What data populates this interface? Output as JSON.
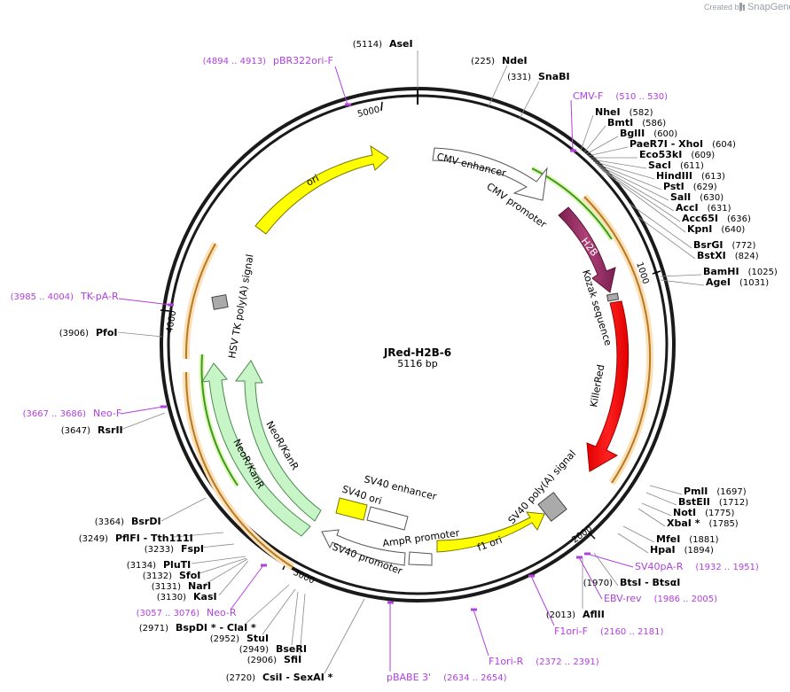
{
  "header": {
    "created_by": "Created by",
    "brand": "SnapGene"
  },
  "plasmid": {
    "name": "JRed-H2B-6",
    "size": "5116 bp"
  },
  "ticks": [
    "1000",
    "2000",
    "3000",
    "4000",
    "5000"
  ],
  "features": [
    "CMV enhancer",
    "CMV promoter",
    "H2B",
    "Kozak sequence",
    "KillerRed",
    "SV40 poly(A) signal",
    "f1 ori",
    "AmpR promoter",
    "SV40 promoter",
    "SV40 ori",
    "SV40 enhancer",
    "NeoR/KanR",
    "NeoR/KanR",
    "HSV TK poly(A) signal",
    "ori"
  ],
  "enzymes": [
    {
      "name": "AseI",
      "pos": "(5114)"
    },
    {
      "name": "NdeI",
      "pos": "(225)"
    },
    {
      "name": "SnaBI",
      "pos": "(331)"
    },
    {
      "name": "NheI",
      "pos": "(582)"
    },
    {
      "name": "BmtI",
      "pos": "(586)"
    },
    {
      "name": "BglII",
      "pos": "(600)"
    },
    {
      "name": "PaeR7I  - XhoI",
      "pos": "(604)"
    },
    {
      "name": "Eco53kI",
      "pos": "(609)"
    },
    {
      "name": "SacI",
      "pos": "(611)"
    },
    {
      "name": "HindIII",
      "pos": "(613)"
    },
    {
      "name": "PstI",
      "pos": "(629)"
    },
    {
      "name": "SalI",
      "pos": "(630)"
    },
    {
      "name": "AccI",
      "pos": "(631)"
    },
    {
      "name": "Acc65I",
      "pos": "(636)"
    },
    {
      "name": "KpnI",
      "pos": "(640)"
    },
    {
      "name": "BsrGI",
      "pos": "(772)"
    },
    {
      "name": "BstXI",
      "pos": "(824)"
    },
    {
      "name": "BamHI",
      "pos": "(1025)"
    },
    {
      "name": "AgeI",
      "pos": "(1031)"
    },
    {
      "name": "PmlI",
      "pos": "(1697)"
    },
    {
      "name": "BstEII",
      "pos": "(1712)"
    },
    {
      "name": "NotI",
      "pos": "(1775)"
    },
    {
      "name": "XbaI *",
      "pos": "(1785)"
    },
    {
      "name": "MfeI",
      "pos": "(1881)"
    },
    {
      "name": "HpaI",
      "pos": "(1894)"
    },
    {
      "name": "BtsI  - BtsαI",
      "pos": "(1970)"
    },
    {
      "name": "AflII",
      "pos": "(2013)"
    },
    {
      "name": "CsiI  - SexAI *",
      "pos": "(2720)"
    },
    {
      "name": "SfiI",
      "pos": "(2906)"
    },
    {
      "name": "BseRI",
      "pos": "(2949)"
    },
    {
      "name": "StuI",
      "pos": "(2952)"
    },
    {
      "name": "BspDI *  - ClaI *",
      "pos": "(2971)"
    },
    {
      "name": "KasI",
      "pos": "(3130)"
    },
    {
      "name": "NarI",
      "pos": "(3131)"
    },
    {
      "name": "SfoI",
      "pos": "(3132)"
    },
    {
      "name": "PluTI",
      "pos": "(3134)"
    },
    {
      "name": "FspI",
      "pos": "(3233)"
    },
    {
      "name": "PflFI  - Tth111I",
      "pos": "(3249)"
    },
    {
      "name": "BsrDI",
      "pos": "(3364)"
    },
    {
      "name": "RsrII",
      "pos": "(3647)"
    },
    {
      "name": "PfoI",
      "pos": "(3906)"
    }
  ],
  "primers": [
    {
      "name": "pBR322ori-F",
      "pos": "(4894 .. 4913)"
    },
    {
      "name": "CMV-F",
      "pos": "(510 .. 530)"
    },
    {
      "name": "SV40pA-R",
      "pos": "(1932 .. 1951)"
    },
    {
      "name": "EBV-rev",
      "pos": "(1986 .. 2005)"
    },
    {
      "name": "F1ori-F",
      "pos": "(2160 .. 2181)"
    },
    {
      "name": "F1ori-R",
      "pos": "(2372 .. 2391)"
    },
    {
      "name": "pBABE 3'",
      "pos": "(2634 .. 2654)"
    },
    {
      "name": "Neo-R",
      "pos": "(3057 .. 3076)"
    },
    {
      "name": "Neo-F",
      "pos": "(3667 .. 3686)"
    },
    {
      "name": "TK-pA-R",
      "pos": "(3985 .. 4004)"
    }
  ],
  "colors": {
    "backbone": "#1a1a1a",
    "primer": "#b040e0",
    "ori": "#ffff00",
    "killerred": "#ff0000",
    "h2b": "#9b2d5e",
    "neo": "#c8f5c8",
    "orf": "#f5b860"
  }
}
